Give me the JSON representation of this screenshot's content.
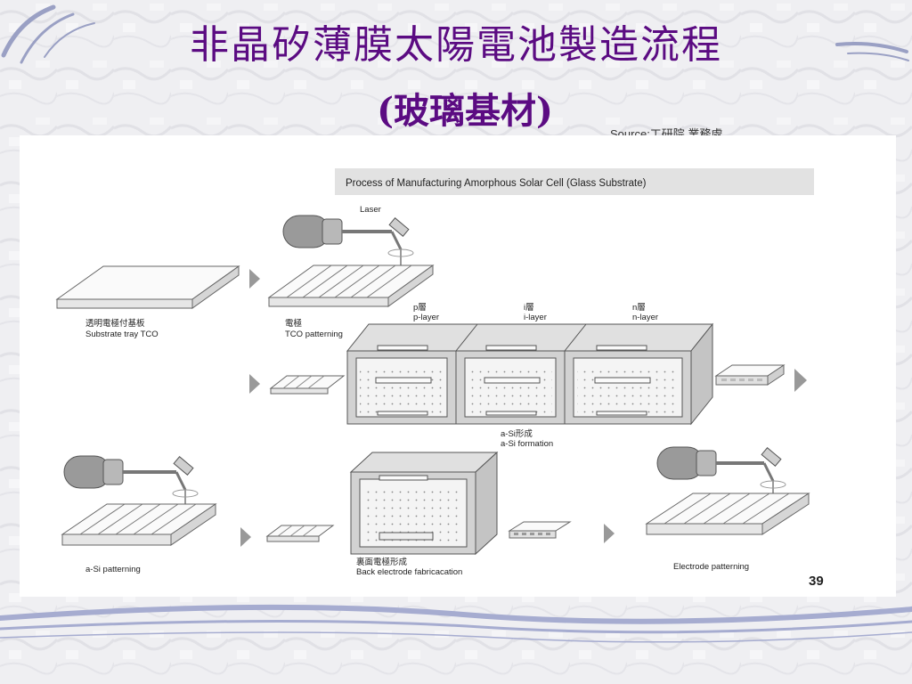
{
  "title_line1": "非晶矽薄膜太陽電池製造流程",
  "title_line2": "(玻璃基材)",
  "source_note": "Source:工研院 業務處",
  "figure": {
    "caption": "Process of Manufacturing Amorphous Solar Cell (Glass Substrate)",
    "laser_label": "Laser",
    "steps": {
      "substrate_zh": "透明電極付基板",
      "substrate_en": "Substrate tray TCO",
      "tco_zh": "電極",
      "tco_en": "TCO patterning",
      "p_zh": "p層",
      "p_en": "p-layer",
      "i_zh": "i層",
      "i_en": "i-layer",
      "n_zh": "n層",
      "n_en": "n-layer",
      "asi_zh": "a-Si形成",
      "asi_en": "a-Si formation",
      "asi_pattern_en": "a-Si patterning",
      "back_zh": "裏面電極形成",
      "back_en": "Back electrode fabricacation",
      "electrode_en": "Electrode patterning"
    }
  },
  "page_number": "39",
  "colors": {
    "title": "#5b0b82",
    "stroke": "#666666",
    "caption_bg": "#e2e2e2"
  }
}
